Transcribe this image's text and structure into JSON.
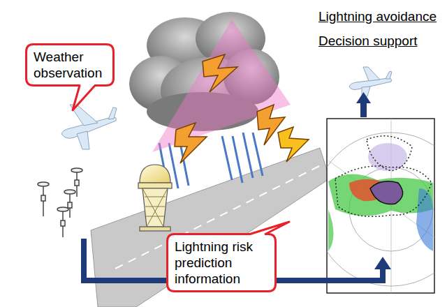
{
  "diagram": {
    "nodes": [
      {
        "text": [
          "Weather observation"
        ]
      },
      {
        "text": [
          "Lightning risk prediction information"
        ]
      }
    ],
    "labels": [
      "Lightning avoidance",
      "Decision support"
    ]
  }
}
